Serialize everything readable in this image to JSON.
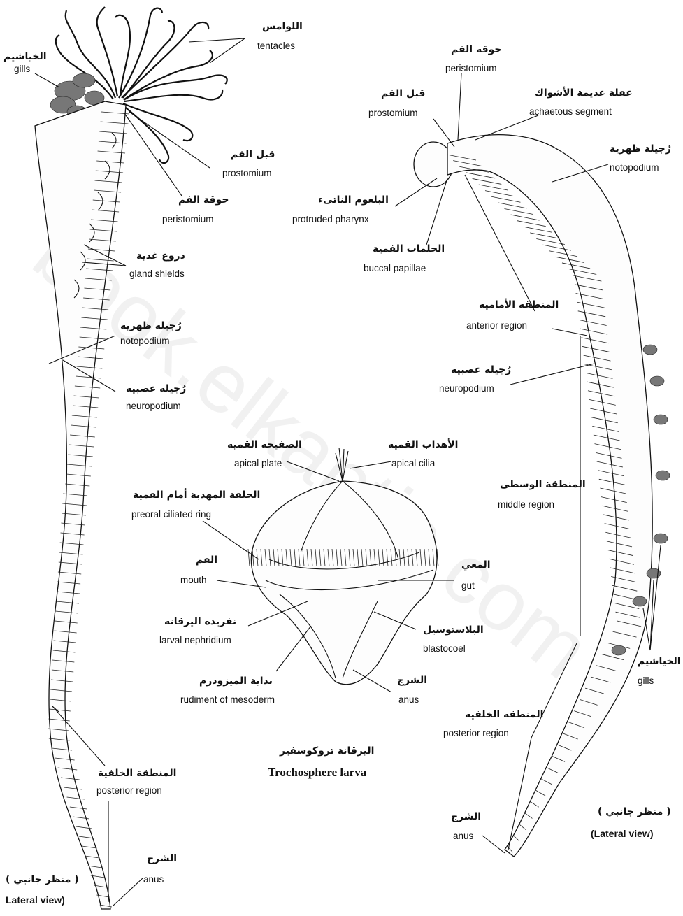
{
  "labels": {
    "tentacles": {
      "ar": "اللوامس",
      "en": "tentacles"
    },
    "gills_left": {
      "ar": "الخياشيم",
      "en": "gills"
    },
    "prostomium_left": {
      "ar": "قبل الفم",
      "en": "prostomium"
    },
    "peristomium_left": {
      "ar": "حوقة الفم",
      "en": "peristomium"
    },
    "gland_shields": {
      "ar": "دروع غدية",
      "en": "gland shields"
    },
    "notopodium_left": {
      "ar": "رُجيلة ظهرية",
      "en": "notopodium"
    },
    "neuropodium_left": {
      "ar": "رُجيلة عصبية",
      "en": "neuropodium"
    },
    "posterior_left": {
      "ar": "المنطقة الخلفية",
      "en": "posterior region"
    },
    "anus_left": {
      "ar": "الشرج",
      "en": "anus"
    },
    "lateral_left": {
      "ar": "( منظر جانبي )",
      "en": "Lateral view)"
    },
    "peristomium_right": {
      "ar": "حوقة الفم",
      "en": "peristomium"
    },
    "prostomium_right": {
      "ar": "قبل الفم",
      "en": "prostomium"
    },
    "achaetous": {
      "ar": "عقلة عديمة الأشواك",
      "en": "achaetous segment"
    },
    "notopodium_right": {
      "ar": "رُجيلة ظهرية",
      "en": "notopodium"
    },
    "pharynx": {
      "ar": "البلعوم الناتىء",
      "en": "protruded pharynx"
    },
    "buccal_papillae": {
      "ar": "الحلمات الفمية",
      "en": "buccal papillae"
    },
    "anterior_region": {
      "ar": "المنطقة الأمامية",
      "en": "anterior region"
    },
    "neuropodium_right": {
      "ar": "رُجيلة عصبية",
      "en": "neuropodium"
    },
    "middle_region": {
      "ar": "المنطقة الوسطى",
      "en": "middle region"
    },
    "gills_right": {
      "ar": "الخياشيم",
      "en": "gills"
    },
    "posterior_right": {
      "ar": "المنطقة الخلفية",
      "en": "posterior region"
    },
    "anus_right": {
      "ar": "الشرج",
      "en": "anus"
    },
    "lateral_right": {
      "ar": "( منظر جانبي )",
      "en": "(Lateral view)"
    },
    "apical_plate": {
      "ar": "الصفيحة القمية",
      "en": "apical plate"
    },
    "apical_cilia": {
      "ar": "الأهداب القمية",
      "en": "apical cilia"
    },
    "preoral_ring": {
      "ar": "الحلقة المهدبة أمام الفمية",
      "en": "preoral ciliated ring"
    },
    "mouth": {
      "ar": "الفم",
      "en": "mouth"
    },
    "gut": {
      "ar": "المعي",
      "en": "gut"
    },
    "larval_nephridium": {
      "ar": "نفريدة اليرقانة",
      "en": "larval nephridium"
    },
    "blastocoel": {
      "ar": "البلاستوسيل",
      "en": "blastocoel"
    },
    "mesoderm": {
      "ar": "بداية الميزودرم",
      "en": "rudiment of mesoderm"
    },
    "anus_larva": {
      "ar": "الشرج",
      "en": "anus"
    },
    "larva_caption": {
      "ar": "اليرقانة تروكوسفير",
      "en": "Trochosphere larva"
    }
  },
  "watermark": "book.elkaptin.com",
  "colors": {
    "ink": "#111111",
    "paper": "#ffffff"
  }
}
